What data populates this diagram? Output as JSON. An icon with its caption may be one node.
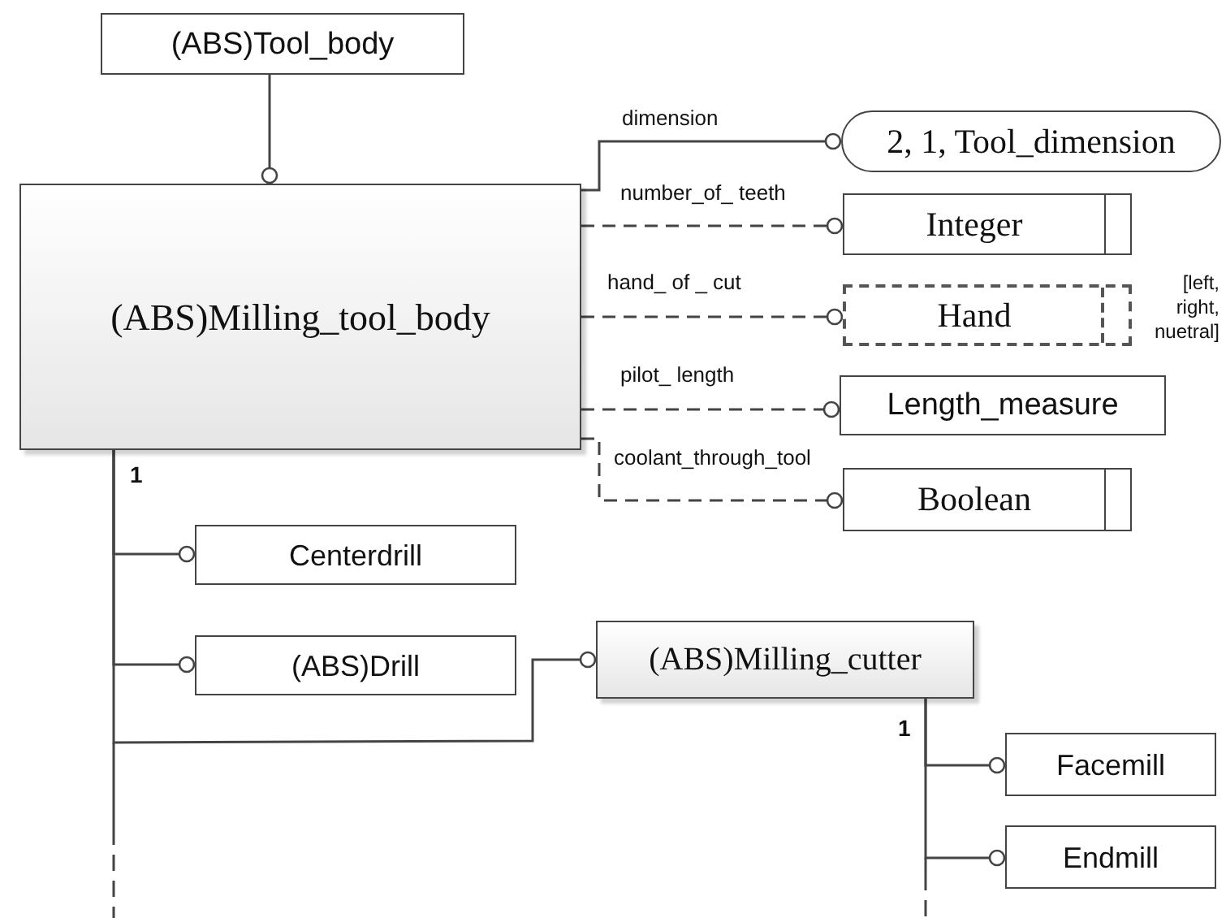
{
  "diagram": {
    "nodes": [
      {
        "text": [
          "(ABS)Tool_body"
        ]
      },
      {
        "text": [
          "(ABS)Milling_tool_body"
        ]
      },
      {
        "text": [
          "2, 1, Tool_dimension"
        ]
      },
      {
        "text": [
          "Integer"
        ]
      },
      {
        "text": [
          "Hand"
        ],
        "beside": [
          "[left, right, nuetral]"
        ]
      },
      {
        "text": [
          "Length_measure"
        ]
      },
      {
        "text": [
          "Boolean"
        ]
      },
      {
        "text": [
          "Centerdrill"
        ]
      },
      {
        "text": [
          "(ABS)Drill"
        ]
      },
      {
        "text": [
          "(ABS)Milling_cutter"
        ]
      },
      {
        "text": [
          "Facemill"
        ]
      },
      {
        "text": [
          "Endmill"
        ]
      }
    ],
    "edges": [
      {
        "from": 0,
        "to": 1,
        "arrow": "other"
      },
      {
        "from": 1,
        "to": 2,
        "arrow": "other",
        "label": "dimension"
      },
      {
        "from": 1,
        "to": 3,
        "arrow": "other",
        "label": "number_of_ teeth",
        "style": "dashed"
      },
      {
        "from": 1,
        "to": 4,
        "arrow": "other",
        "label": "hand_ of _ cut",
        "style": "dashed"
      },
      {
        "from": 1,
        "to": 5,
        "arrow": "other",
        "label": "pilot_ length",
        "style": "dashed"
      },
      {
        "from": 1,
        "to": 6,
        "arrow": "other",
        "label": "coolant_through_tool",
        "style": "dashed"
      },
      {
        "from": 1,
        "to": 7,
        "arrow": "other"
      },
      {
        "from": 1,
        "to": 8,
        "arrow": "other"
      },
      {
        "from": 1,
        "to": 9,
        "arrow": "other"
      },
      {
        "from": 9,
        "to": 10,
        "arrow": "other"
      },
      {
        "from": 9,
        "to": 11,
        "arrow": "other"
      }
    ],
    "labels": [
      "1",
      "1"
    ]
  }
}
